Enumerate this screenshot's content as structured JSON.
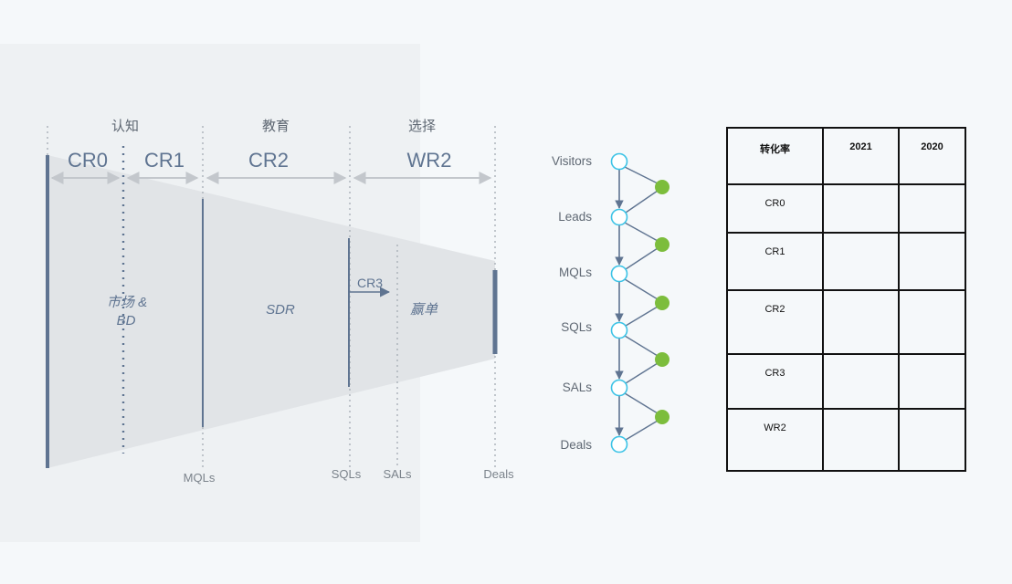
{
  "funnel": {
    "stages": [
      "认知",
      "教育",
      "选择"
    ],
    "cr_segments": [
      "CR0",
      "CR1",
      "CR2",
      "WR2"
    ],
    "middle_labels": [
      "市场 &",
      "BD",
      "SDR",
      "赢单"
    ],
    "cr3_label": "CR3",
    "bottom_labels": [
      "MQLs",
      "SQLs",
      "SALs",
      "Deals"
    ]
  },
  "ladder": {
    "labels": [
      "Visitors",
      "Leads",
      "MQLs",
      "SQLs",
      "SALs",
      "Deals"
    ],
    "colors": {
      "node_stroke": "#3cc3e6",
      "drop_fill": "#7cbd3c",
      "edge": "#5f7491"
    }
  },
  "table": {
    "headers": [
      "转化率",
      "2021",
      "2020"
    ],
    "rows": [
      [
        "CR0",
        "",
        ""
      ],
      [
        "CR1",
        "",
        ""
      ],
      [
        "CR2",
        "",
        ""
      ],
      [
        "CR3",
        "",
        ""
      ],
      [
        "WR2",
        "",
        ""
      ]
    ]
  },
  "colors": {
    "funnel_fill": "#e1e4e7",
    "accent": "#5f7491"
  }
}
